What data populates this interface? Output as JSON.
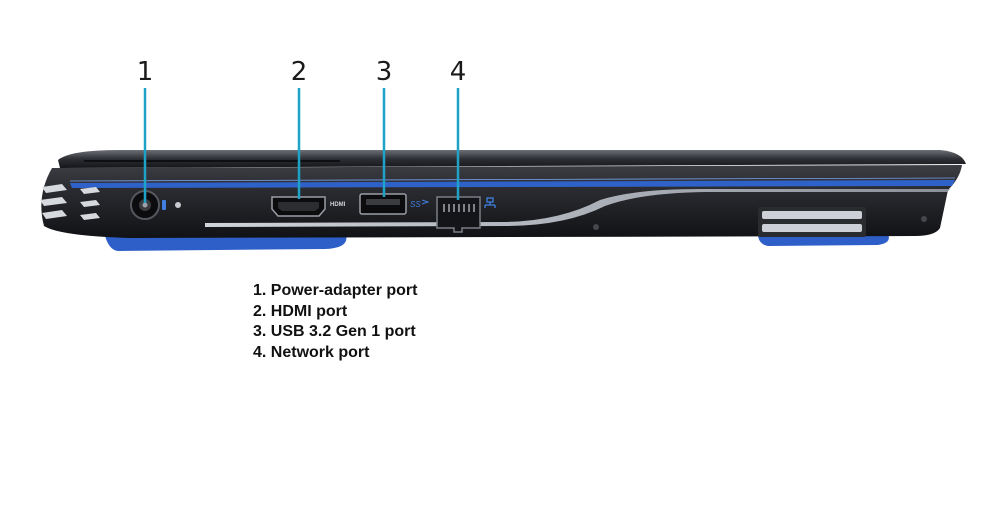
{
  "callouts": [
    {
      "number": "1",
      "label": "1. Power-adapter port"
    },
    {
      "number": "2",
      "label": "2. HDMI port"
    },
    {
      "number": "3",
      "label": "3. USB 3.2 Gen 1 port"
    },
    {
      "number": "4",
      "label": "4. Network port"
    }
  ],
  "port_marks": {
    "hdmi_logo": "HDMI",
    "usb_logo": "SS"
  },
  "colors": {
    "leader_line": "#1ea2c8",
    "accent_blue": "#2f62c9",
    "chassis": "#1c1d21"
  }
}
